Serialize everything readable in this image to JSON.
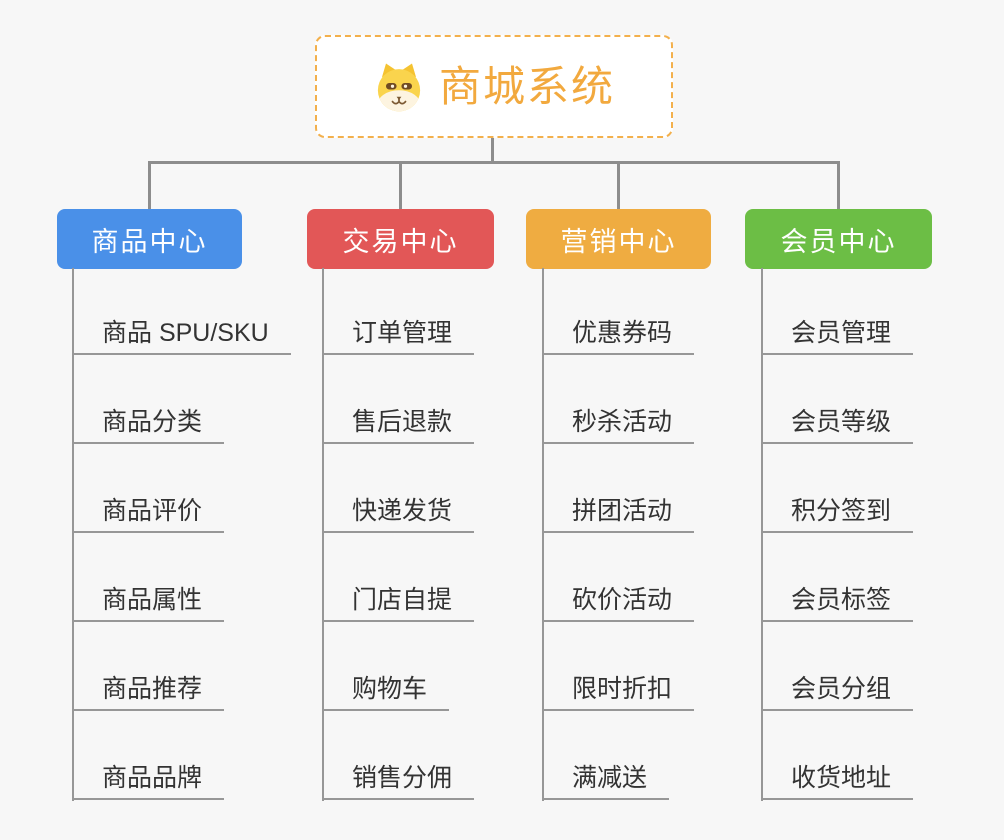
{
  "root": {
    "label": "商城系统",
    "icon": "dog-face-icon"
  },
  "branches": [
    {
      "id": "product-center",
      "label": "商品中心",
      "color": "#4a90e8",
      "items": [
        "商品 SPU/SKU",
        "商品分类",
        "商品评价",
        "商品属性",
        "商品推荐",
        "商品品牌"
      ]
    },
    {
      "id": "trade-center",
      "label": "交易中心",
      "color": "#e25757",
      "items": [
        "订单管理",
        "售后退款",
        "快递发货",
        "门店自提",
        "购物车",
        "销售分佣"
      ]
    },
    {
      "id": "marketing-center",
      "label": "营销中心",
      "color": "#efac41",
      "items": [
        "优惠券码",
        "秒杀活动",
        "拼团活动",
        "砍价活动",
        "限时折扣",
        "满减送"
      ]
    },
    {
      "id": "member-center",
      "label": "会员中心",
      "color": "#6cbe45",
      "items": [
        "会员管理",
        "会员等级",
        "积分签到",
        "会员标签",
        "会员分组",
        "收货地址"
      ]
    }
  ],
  "theme": {
    "background": "#f7f7f7",
    "connector_color": "#8d8d8d",
    "item_line_color": "#979797",
    "item_text_color": "#333333",
    "root_accent": "#f2a93e",
    "root_border": "#f3b04c"
  }
}
